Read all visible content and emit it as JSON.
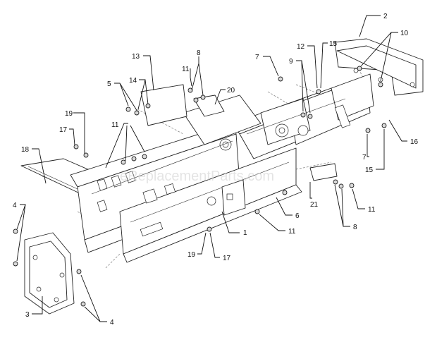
{
  "watermark": "eReplacementParts.com",
  "callouts": [
    {
      "id": "c1",
      "text": "1"
    },
    {
      "id": "c2",
      "text": "2"
    },
    {
      "id": "c3",
      "text": "3"
    },
    {
      "id": "c4a",
      "text": "4"
    },
    {
      "id": "c4b",
      "text": "4"
    },
    {
      "id": "c5",
      "text": "5"
    },
    {
      "id": "c6",
      "text": "6"
    },
    {
      "id": "c7a",
      "text": "7"
    },
    {
      "id": "c7b",
      "text": "7"
    },
    {
      "id": "c8a",
      "text": "8"
    },
    {
      "id": "c8b",
      "text": "8"
    },
    {
      "id": "c9",
      "text": "9"
    },
    {
      "id": "c10",
      "text": "10"
    },
    {
      "id": "c11a",
      "text": "11"
    },
    {
      "id": "c11b",
      "text": "11"
    },
    {
      "id": "c11c",
      "text": "11"
    },
    {
      "id": "c11d",
      "text": "11"
    },
    {
      "id": "c12",
      "text": "12"
    },
    {
      "id": "c13",
      "text": "13"
    },
    {
      "id": "c14",
      "text": "14"
    },
    {
      "id": "c15a",
      "text": "15"
    },
    {
      "id": "c15b",
      "text": "15"
    },
    {
      "id": "c16",
      "text": "16"
    },
    {
      "id": "c17a",
      "text": "17"
    },
    {
      "id": "c17b",
      "text": "17"
    },
    {
      "id": "c18",
      "text": "18"
    },
    {
      "id": "c19a",
      "text": "19"
    },
    {
      "id": "c19b",
      "text": "19"
    },
    {
      "id": "c20",
      "text": "20"
    },
    {
      "id": "c21",
      "text": "21"
    }
  ]
}
